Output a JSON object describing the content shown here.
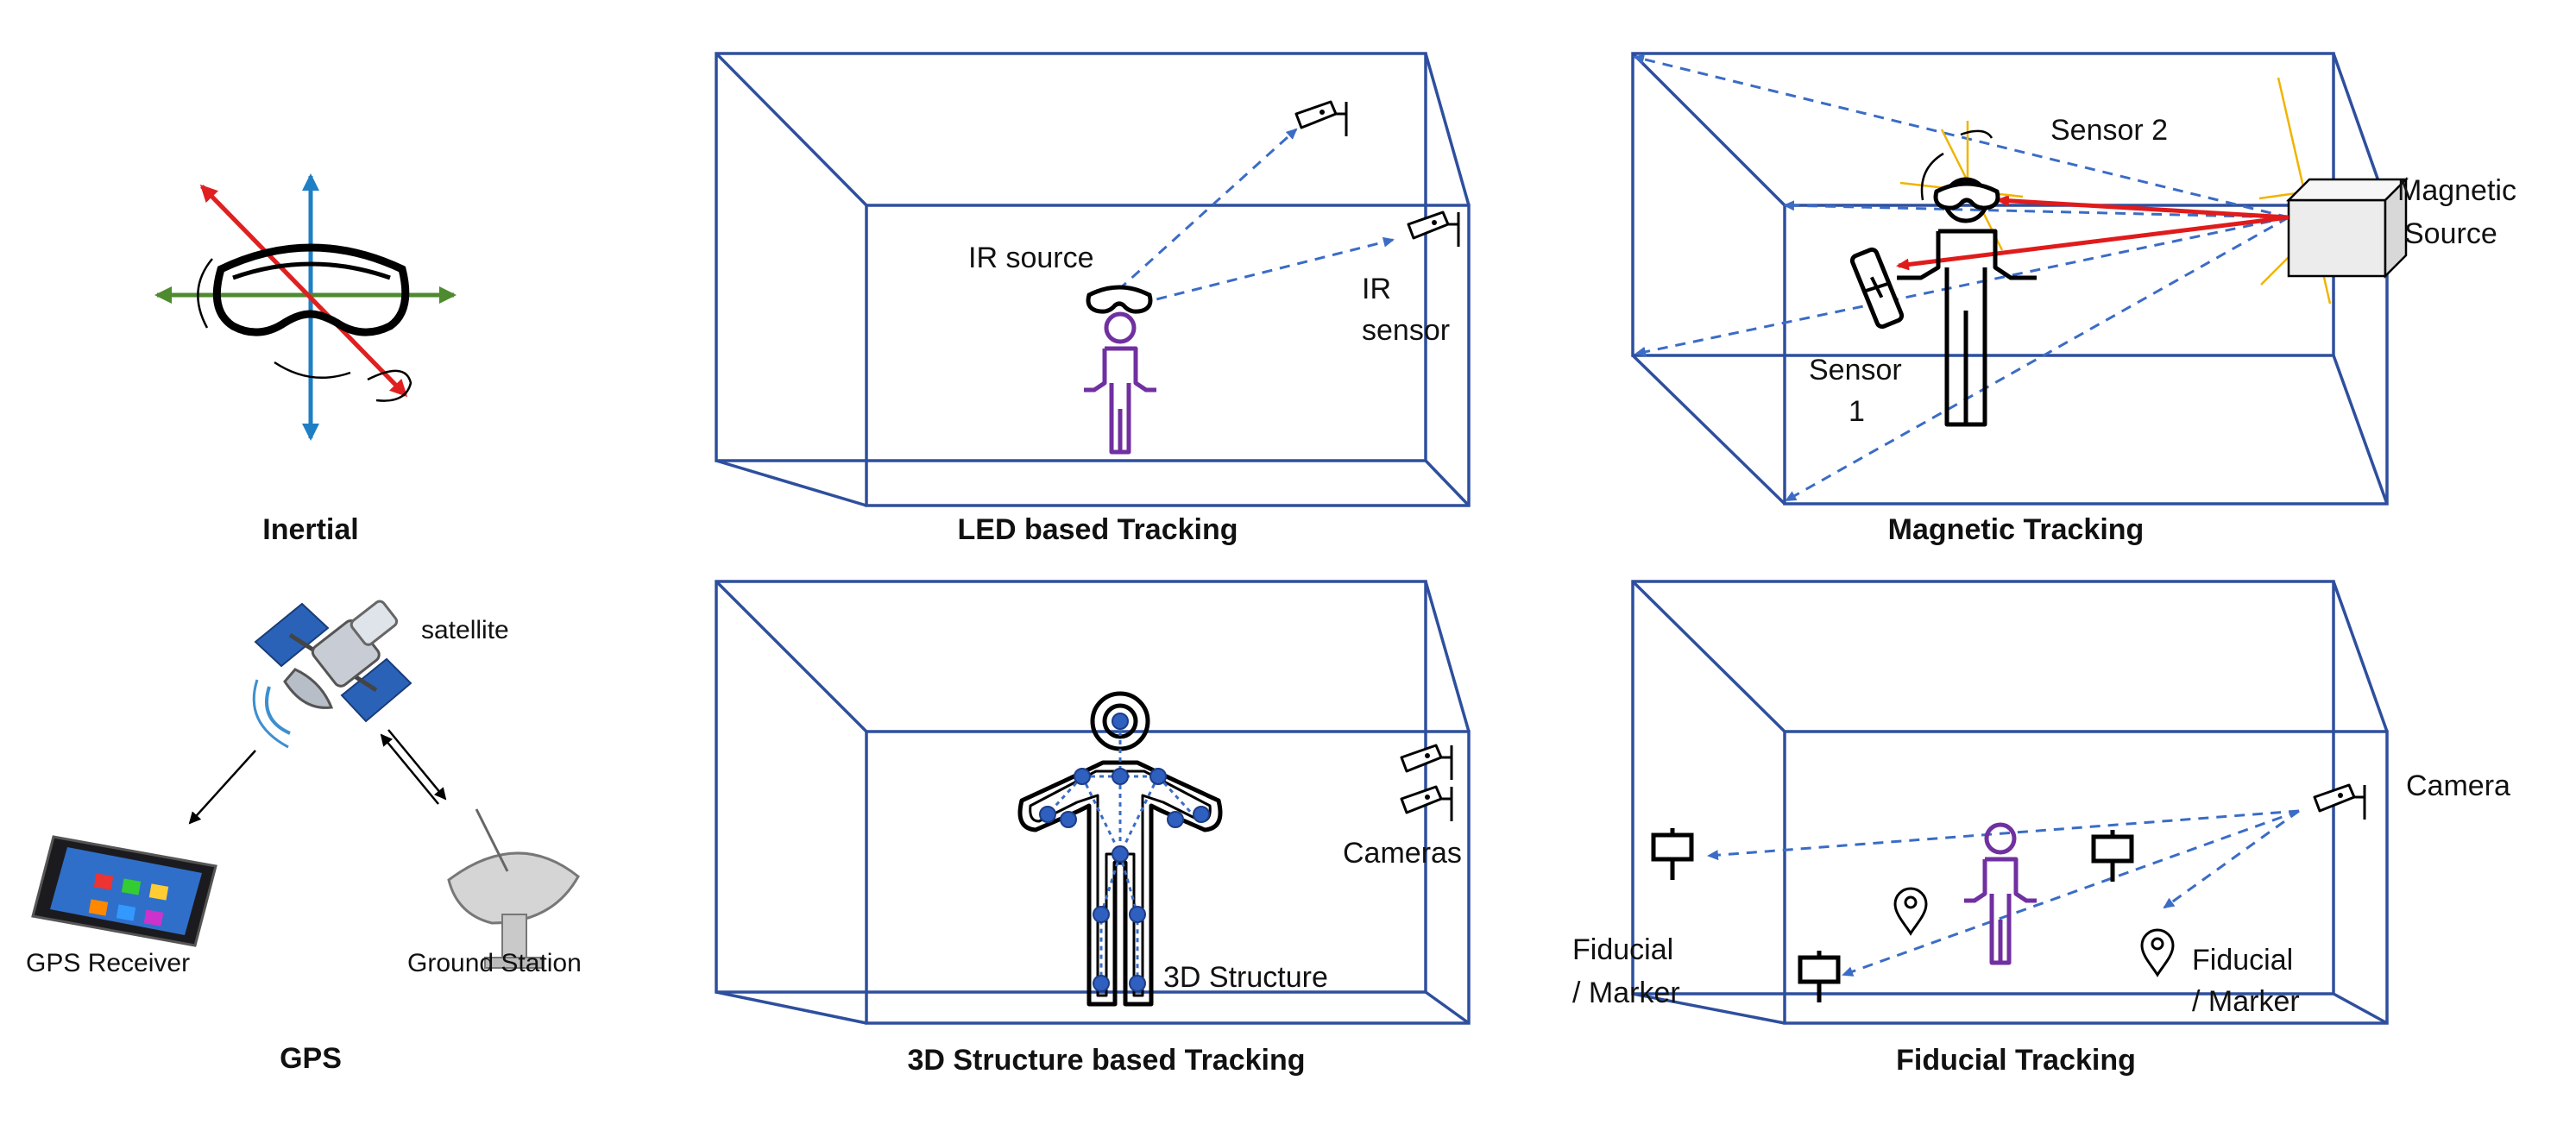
{
  "captions": {
    "inertial": "Inertial",
    "led": "LED based Tracking",
    "magnetic": "Magnetic Tracking",
    "gps": "GPS",
    "structure": "3D Structure based Tracking",
    "fiducial": "Fiducial Tracking"
  },
  "led_panel": {
    "ir_source": "IR source",
    "ir_sensor_line1": "IR",
    "ir_sensor_line2": "sensor"
  },
  "magnetic_panel": {
    "sensor2": "Sensor 2",
    "sensor1_line1": "Sensor",
    "sensor1_line2": "1",
    "source_line1": "Magnetic",
    "source_line2": "Source"
  },
  "gps_panel": {
    "satellite": "satellite",
    "receiver": "GPS Receiver",
    "ground": "Ground Station"
  },
  "structure_panel": {
    "cameras": "Cameras",
    "structure": "3D Structure"
  },
  "fiducial_panel": {
    "camera": "Camera",
    "left_line1": "Fiducial",
    "left_line2": "/ Marker",
    "right_line1": "Fiducial",
    "right_line2": "/ Marker"
  },
  "colors": {
    "box": "#2e4f9e",
    "dashed": "#3b6cc6",
    "person": "#7030a0",
    "magnetic_ray": "#e01b1b",
    "axis_red": "#e02020",
    "axis_blue": "#1f7fc4",
    "axis_green": "#4e8a2e"
  }
}
